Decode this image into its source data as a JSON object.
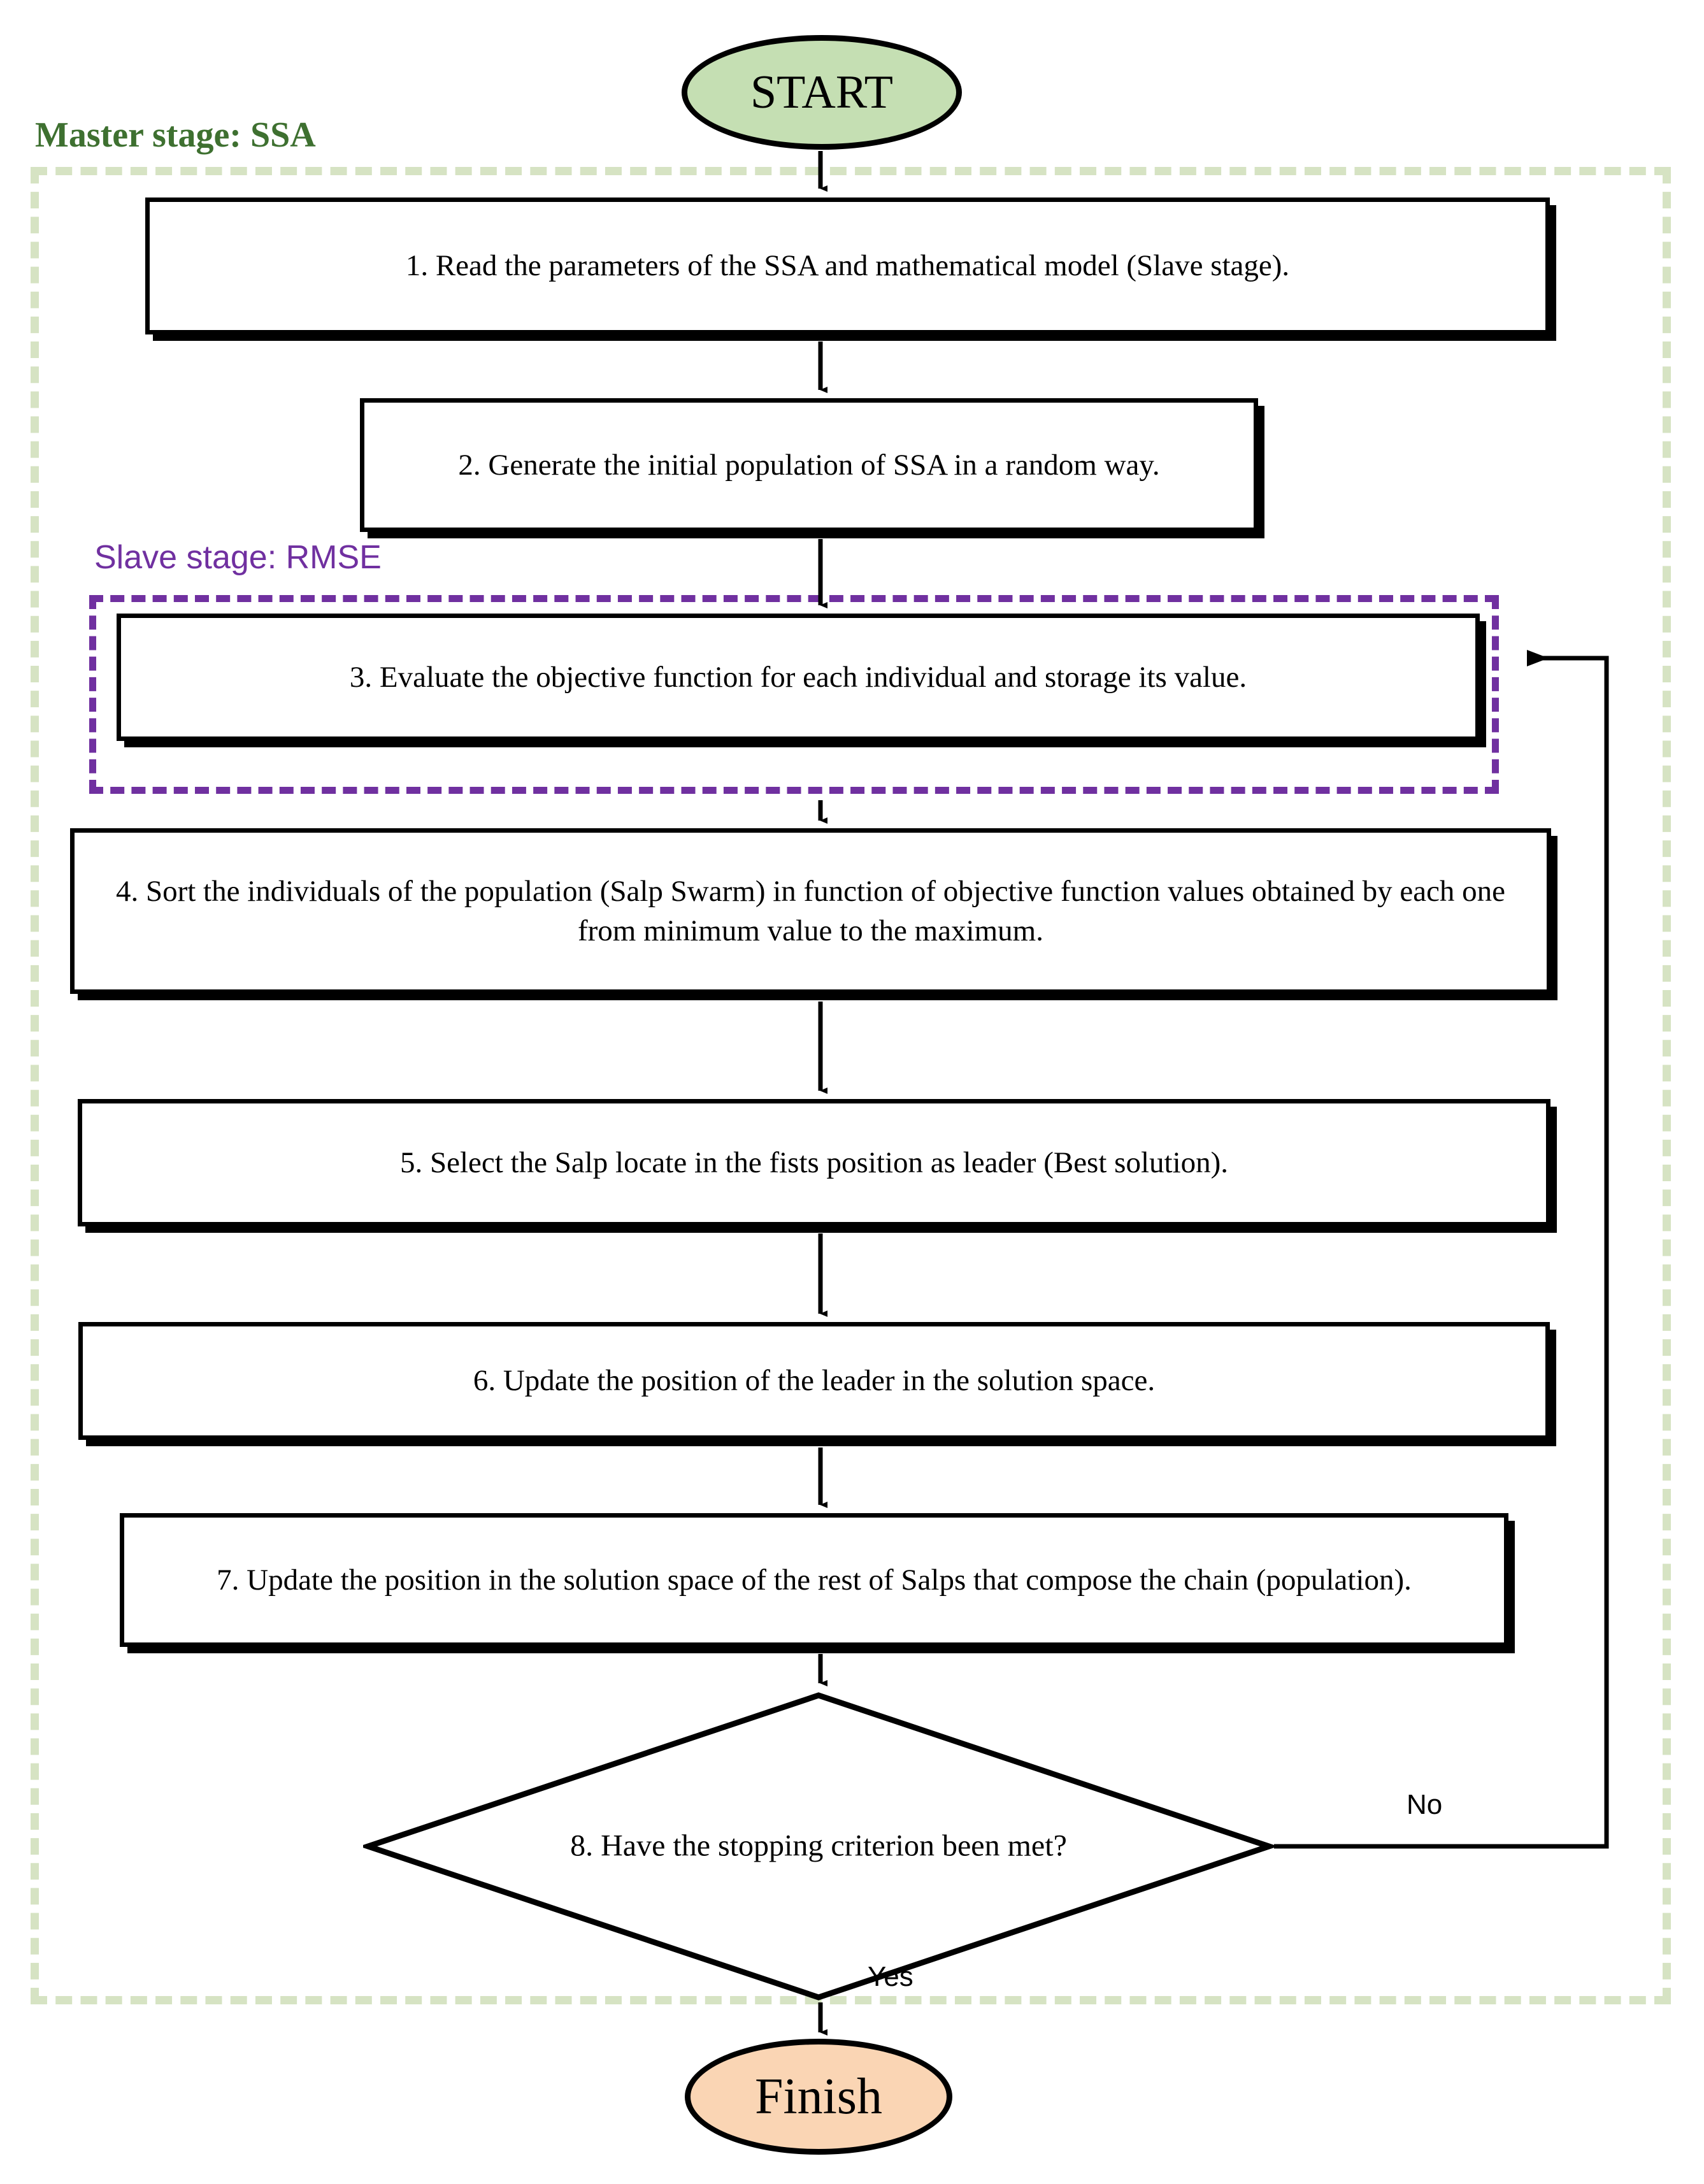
{
  "diagram": {
    "title": "SSA master-slave optimization flowchart",
    "type": "flowchart"
  },
  "groups": {
    "master": {
      "label": "Master stage: SSA",
      "border_color": "#d6e3c3",
      "text_color": "#3e7030",
      "border_style": "dashed"
    },
    "slave": {
      "label": "Slave stage: RMSE",
      "border_color": "#7030a0",
      "text_color": "#7030a0",
      "border_style": "dashed"
    }
  },
  "nodes": {
    "start": {
      "label": "START",
      "shape": "ellipse",
      "fill": "#c5dfb3"
    },
    "finish": {
      "label": "Finish",
      "shape": "ellipse",
      "fill": "#fad5b4"
    },
    "steps": [
      {
        "id": 1,
        "text": "1.  Read the parameters of the SSA and mathematical model (Slave stage)."
      },
      {
        "id": 2,
        "text": "2.  Generate the initial population of SSA in a random way."
      },
      {
        "id": 3,
        "text": "3. Evaluate the objective function for each individual and storage its value."
      },
      {
        "id": 4,
        "text": "4. Sort the individuals of the population (Salp Swarm) in function of objective function values obtained by each one from minimum value to the maximum."
      },
      {
        "id": 5,
        "text": "5. Select the Salp locate in the fists position as leader (Best solution)."
      },
      {
        "id": 6,
        "text": "6.  Update the position of the leader in the solution space."
      },
      {
        "id": 7,
        "text": "7. Update the position in the solution space of the rest of Salps that compose the chain (population)."
      }
    ],
    "decision": {
      "id": 8,
      "text": "8. Have the stopping criterion been met?",
      "shape": "diamond"
    }
  },
  "branches": {
    "no": "No",
    "yes": "Yes"
  },
  "colors": {
    "stroke": "#000000",
    "start_fill": "#c5dfb3",
    "finish_fill": "#fad5b4",
    "master_green": "#3e7030",
    "master_dash": "#d6e3c3",
    "slave_purple": "#7030a0"
  }
}
